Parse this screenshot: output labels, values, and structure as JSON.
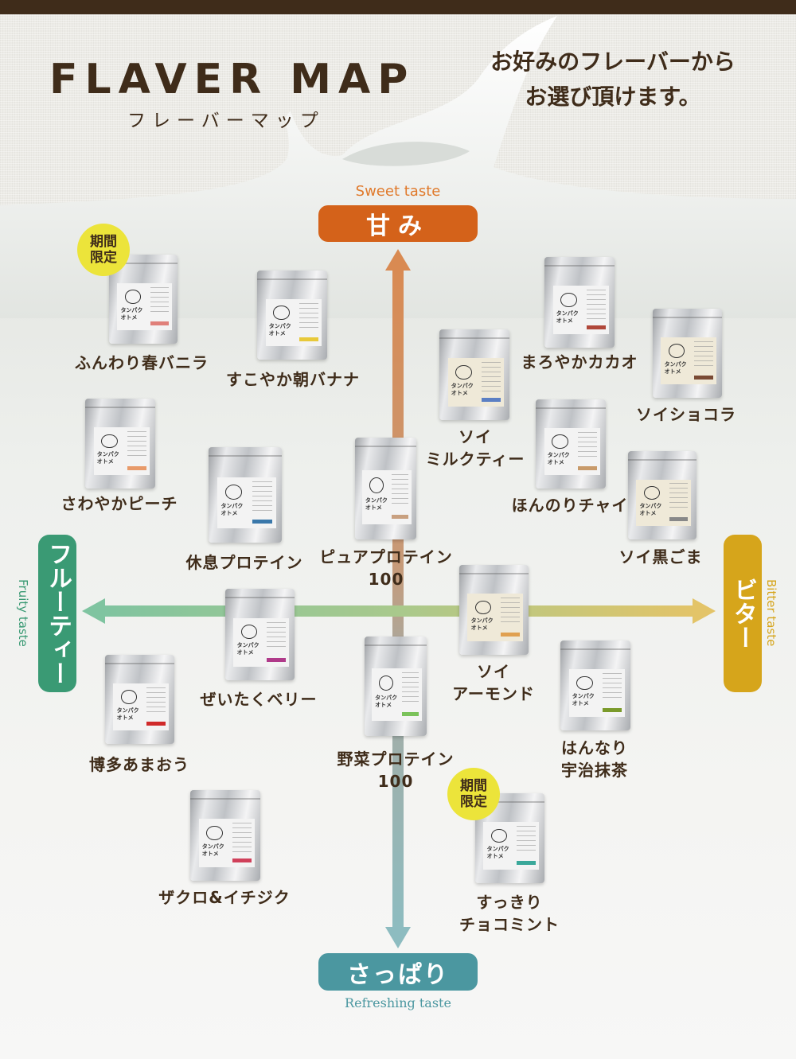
{
  "header": {
    "title": "FLAVER MAP",
    "subtitle": "フレーバーマップ",
    "tagline": "お好みのフレーバーから\nお選び頂けます。"
  },
  "axes": {
    "top": {
      "label": "甘み",
      "english": "Sweet taste",
      "color": "#d4621a"
    },
    "bottom": {
      "label": "さっぱり",
      "english": "Refreshing taste",
      "color": "#4b97a0"
    },
    "left": {
      "label": "フルーティー",
      "english": "Fruity taste",
      "color": "#3a9a74"
    },
    "right": {
      "label": "ビター",
      "english": "Bitter taste",
      "color": "#d6a51b"
    }
  },
  "package_brand": "タンパク\nオトメ",
  "badge_text": "期間\n限定",
  "products": [
    {
      "name": "ふんわり春バニラ",
      "stripe": "#e0807a",
      "limited": true
    },
    {
      "name": "すこやか朝バナナ",
      "stripe": "#e8c93a",
      "limited": false
    },
    {
      "name": "まろやかカカオ",
      "stripe": "#b0473a",
      "limited": false
    },
    {
      "name": "ソイ\nミルクティー",
      "stripe": "#5b7fc4",
      "limited": false,
      "cream": true
    },
    {
      "name": "ソイショコラ",
      "stripe": "#7a4a34",
      "limited": false,
      "cream": true
    },
    {
      "name": "さわやかピーチ",
      "stripe": "#e89a6a",
      "limited": false
    },
    {
      "name": "ほんのりチャイ",
      "stripe": "#c89a6a",
      "limited": false
    },
    {
      "name": "休息プロテイン",
      "stripe": "#3a78aa",
      "limited": false
    },
    {
      "name": "ピュアプロテイン\n100",
      "stripe": "#c8a080",
      "limited": false
    },
    {
      "name": "ソイ黒ごま",
      "stripe": "#888888",
      "limited": false,
      "cream": true
    },
    {
      "name": "ぜいたくベリー",
      "stripe": "#b03a8a",
      "limited": false
    },
    {
      "name": "ソイ\nアーモンド",
      "stripe": "#e0a050",
      "limited": false,
      "cream": true
    },
    {
      "name": "博多あまおう",
      "stripe": "#d02a2a",
      "limited": false
    },
    {
      "name": "野菜プロテイン\n100",
      "stripe": "#7ac25a",
      "limited": false
    },
    {
      "name": "はんなり\n宇治抹茶",
      "stripe": "#7a9a2a",
      "limited": false
    },
    {
      "name": "ザクロ&イチジク",
      "stripe": "#d0405a",
      "limited": false
    },
    {
      "name": "すっきり\nチョコミント",
      "stripe": "#3aa89a",
      "limited": true
    }
  ]
}
